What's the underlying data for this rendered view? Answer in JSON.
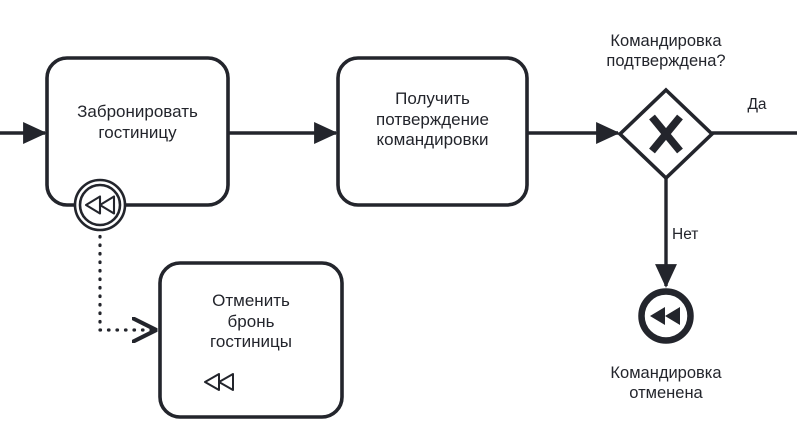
{
  "diagram": {
    "type": "bpmn-process-diagram",
    "title": "",
    "colors": {
      "stroke": "#23252c",
      "fill": "#ffffff",
      "text": "#23252c"
    },
    "tasks": [
      {
        "id": "task-book-hotel",
        "label": "Забронировать\nгостиницу",
        "marker": "none"
      },
      {
        "id": "task-receive-confirmation",
        "label": "Получить\nпотверждение\nкомандировки",
        "marker": "none"
      },
      {
        "id": "task-cancel-hotel",
        "label": "Отменить\nбронь\nгостиницы",
        "marker": "compensation-outline"
      }
    ],
    "gateways": [
      {
        "id": "gateway-trip-confirmed",
        "kind": "exclusive",
        "symbol": "X",
        "label": "Командировка\nподтверждена?"
      }
    ],
    "events": [
      {
        "id": "boundary-compensation-event",
        "kind": "boundary-compensation",
        "symbol": "rewind-outline",
        "label": ""
      },
      {
        "id": "end-compensation-event",
        "kind": "end-compensation",
        "symbol": "rewind-filled",
        "label": "Командировка\nотменена"
      }
    ],
    "flows": [
      {
        "id": "flow-start-to-book",
        "label": "",
        "style": "solid"
      },
      {
        "id": "flow-book-to-receive",
        "label": "",
        "style": "solid"
      },
      {
        "id": "flow-receive-to-gateway",
        "label": "",
        "style": "solid"
      },
      {
        "id": "flow-gateway-yes",
        "label": "Да",
        "style": "solid"
      },
      {
        "id": "flow-gateway-no",
        "label": "Нет",
        "style": "solid"
      },
      {
        "id": "association-compensation",
        "label": "",
        "style": "dotted"
      }
    ]
  }
}
